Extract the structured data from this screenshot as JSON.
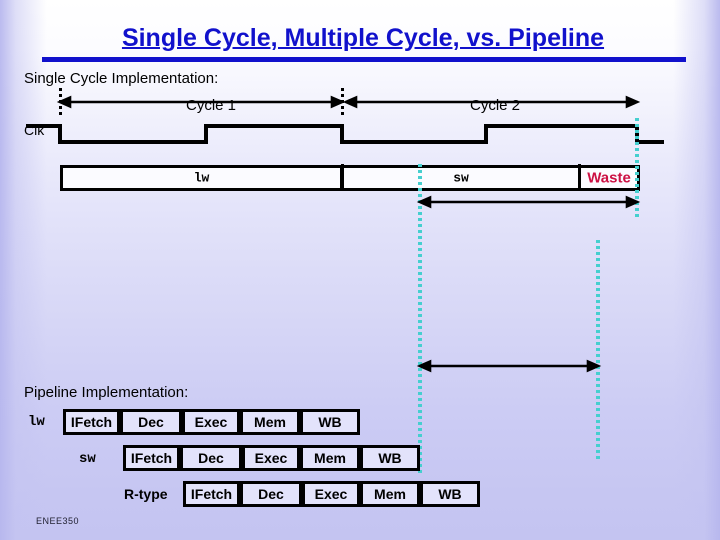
{
  "slide": {
    "title": "Single Cycle, Multiple Cycle, vs. Pipeline",
    "footer": "ENEE350",
    "accent_color": "#1111cc",
    "highlight_color": "#cc1144",
    "marker_color": "#45cfcf",
    "background_color": "#c6c6f2"
  },
  "single_cycle": {
    "heading": "Single Cycle Implementation:",
    "clock_label": "Clk",
    "cycles": [
      {
        "label": "Cycle 1"
      },
      {
        "label": "Cycle 2"
      }
    ],
    "instruction_bars": [
      {
        "label": "lw",
        "style": "mono"
      },
      {
        "label": "sw",
        "style": "mono"
      },
      {
        "label": "Waste",
        "style": "highlight"
      }
    ]
  },
  "pipeline": {
    "heading": "Pipeline Implementation:",
    "stage_names": [
      "IFetch",
      "Dec",
      "Exec",
      "Mem",
      "WB"
    ],
    "rows": [
      {
        "label": "lw",
        "label_style": "mono",
        "stages": [
          {
            "name": "IFetch",
            "highlight": false
          },
          {
            "name": "Dec",
            "highlight": false
          },
          {
            "name": "Exec",
            "highlight": false
          },
          {
            "name": "Mem",
            "highlight": false
          },
          {
            "name": "WB",
            "highlight": false
          }
        ]
      },
      {
        "label": "sw",
        "label_style": "mono",
        "stages": [
          {
            "name": "IFetch",
            "highlight": false
          },
          {
            "name": "Dec",
            "highlight": false
          },
          {
            "name": "Exec",
            "highlight": false
          },
          {
            "name": "Mem",
            "highlight": false
          },
          {
            "name": "WB",
            "highlight": true
          }
        ]
      },
      {
        "label": "R-type",
        "label_style": "bold",
        "stages": [
          {
            "name": "IFetch",
            "highlight": false
          },
          {
            "name": "Dec",
            "highlight": false
          },
          {
            "name": "Exec",
            "highlight": false
          },
          {
            "name": "Mem",
            "highlight": true
          },
          {
            "name": "WB",
            "highlight": false
          }
        ]
      }
    ]
  }
}
